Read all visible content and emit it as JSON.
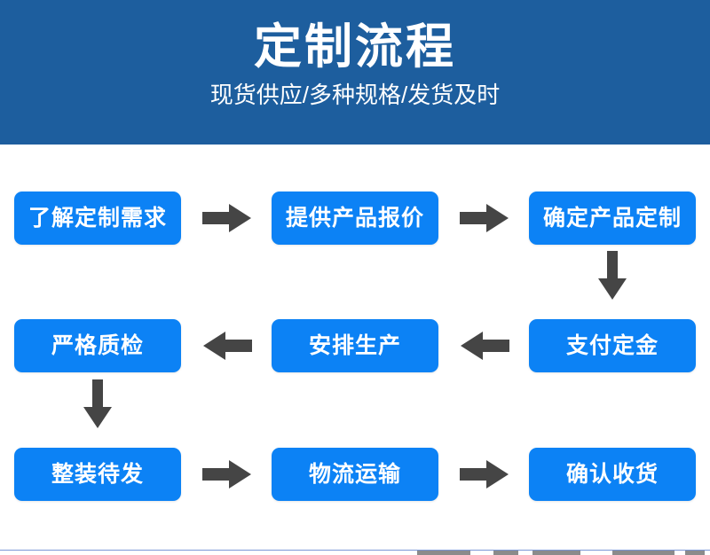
{
  "banner": {
    "title": "定制流程",
    "subtitle": "现货供应/多种规格/发货及时",
    "background_color": "#1d5e9e",
    "text_color": "#ffffff"
  },
  "flow": {
    "node_color": "#0c82f5",
    "node_text_color": "#ffffff",
    "arrow_color": "#454545",
    "rows": [
      {
        "direction": "left-to-right",
        "nodes": [
          {
            "label": "了解定制需求"
          },
          {
            "label": "提供产品报价"
          },
          {
            "label": "确定产品定制"
          }
        ],
        "connectors": [
          {
            "icon": "arrow-right-icon"
          },
          {
            "icon": "arrow-right-icon"
          }
        ]
      },
      {
        "direction": "right-to-left",
        "nodes": [
          {
            "label": "严格质检"
          },
          {
            "label": "安排生产"
          },
          {
            "label": "支付定金"
          }
        ],
        "connectors": [
          {
            "icon": "arrow-left-icon"
          },
          {
            "icon": "arrow-left-icon"
          }
        ]
      },
      {
        "direction": "left-to-right",
        "nodes": [
          {
            "label": "整装待发"
          },
          {
            "label": "物流运输"
          },
          {
            "label": "确认收货"
          }
        ],
        "connectors": [
          {
            "icon": "arrow-right-icon"
          },
          {
            "icon": "arrow-right-icon"
          }
        ]
      }
    ],
    "vertical_connectors": [
      {
        "icon": "arrow-down-icon",
        "from": "确定产品定制",
        "to": "支付定金"
      },
      {
        "icon": "arrow-down-icon",
        "from": "严格质检",
        "to": "整装待发"
      }
    ]
  }
}
